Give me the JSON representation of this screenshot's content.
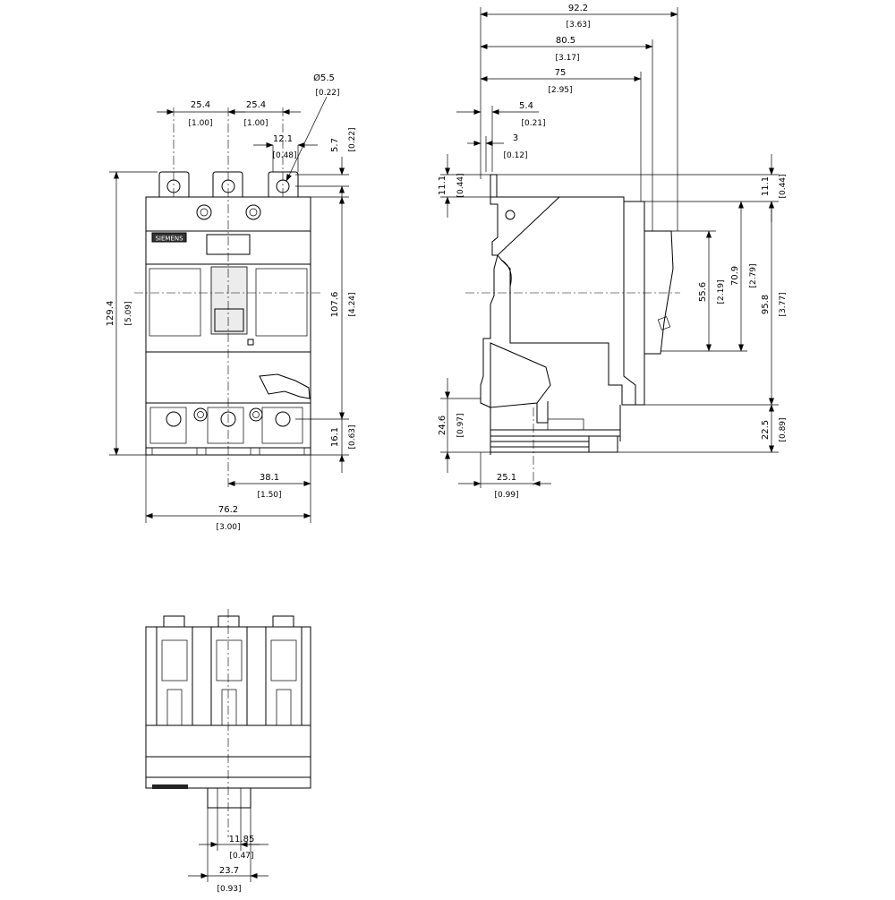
{
  "front_view": {
    "dims": {
      "pitch_left": {
        "value": "25.4",
        "inch": "[1.00]"
      },
      "pitch_right": {
        "value": "25.4",
        "inch": "[1.00]"
      },
      "hole_dia": {
        "value": "Ø5.5",
        "inch": "[0.22]"
      },
      "term_width": {
        "value": "12.1",
        "inch": "[0.48]"
      },
      "term_offset": {
        "value": "5.7",
        "inch": "[0.22]"
      },
      "overall_height": {
        "value": "129.4",
        "inch": "[5.09]"
      },
      "body_height": {
        "value": "107.6",
        "inch": "[4.24]"
      },
      "bottom_term": {
        "value": "16.1",
        "inch": "[0.63]"
      },
      "half_width": {
        "value": "38.1",
        "inch": "[1.50]"
      },
      "overall_width": {
        "value": "76.2",
        "inch": "[3.00]"
      }
    },
    "brand": "SIEMENS"
  },
  "side_view": {
    "dims": {
      "depth_overall": {
        "value": "92.2",
        "inch": "[3.63]"
      },
      "depth_80": {
        "value": "80.5",
        "inch": "[3.17]"
      },
      "depth_75": {
        "value": "75",
        "inch": "[2.95]"
      },
      "d_5_4": {
        "value": "5.4",
        "inch": "[0.21]"
      },
      "d_3": {
        "value": "3",
        "inch": "[0.12]"
      },
      "top_left": {
        "value": "11.1",
        "inch": "[0.44]"
      },
      "top_right": {
        "value": "11.1",
        "inch": "[0.44]"
      },
      "handle_55": {
        "value": "55.6",
        "inch": "[2.19]"
      },
      "handle_70": {
        "value": "70.9",
        "inch": "[2.79]"
      },
      "height_95": {
        "value": "95.8",
        "inch": "[3.77]"
      },
      "bottom_left": {
        "value": "24.6",
        "inch": "[0.97]"
      },
      "bottom_right": {
        "value": "22.5",
        "inch": "[0.89]"
      },
      "mount_depth": {
        "value": "25.1",
        "inch": "[0.99]"
      }
    }
  },
  "bottom_view": {
    "dims": {
      "slot_width": {
        "value": "11.85",
        "inch": "[0.47]"
      },
      "lug_width": {
        "value": "23.7",
        "inch": "[0.93]"
      }
    }
  }
}
